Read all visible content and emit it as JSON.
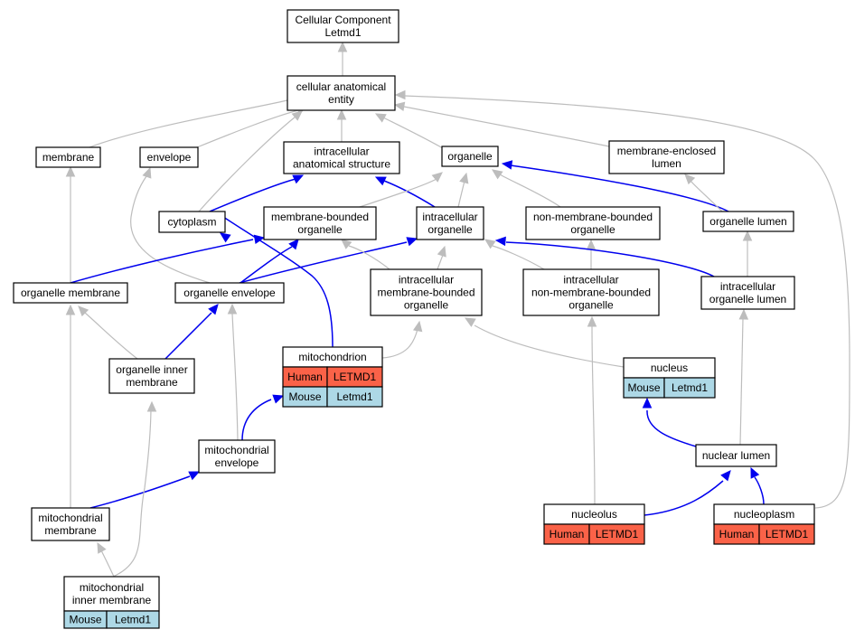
{
  "nodes": {
    "root": {
      "lines": [
        "Cellular Component",
        "Letmd1"
      ]
    },
    "cae": {
      "lines": [
        "cellular anatomical",
        "entity"
      ]
    },
    "membrane": {
      "lines": [
        "membrane"
      ]
    },
    "envelope": {
      "lines": [
        "envelope"
      ]
    },
    "ias": {
      "lines": [
        "intracellular",
        "anatomical structure"
      ]
    },
    "organelle": {
      "lines": [
        "organelle"
      ]
    },
    "mel": {
      "lines": [
        "membrane-enclosed",
        "lumen"
      ]
    },
    "cytoplasm": {
      "lines": [
        "cytoplasm"
      ]
    },
    "mbo": {
      "lines": [
        "membrane-bounded",
        "organelle"
      ]
    },
    "io": {
      "lines": [
        "intracellular",
        "organelle"
      ]
    },
    "nmbo": {
      "lines": [
        "non-membrane-bounded",
        "organelle"
      ]
    },
    "ol": {
      "lines": [
        "organelle lumen"
      ]
    },
    "om": {
      "lines": [
        "organelle membrane"
      ]
    },
    "oe": {
      "lines": [
        "organelle envelope"
      ]
    },
    "imbo": {
      "lines": [
        "intracellular",
        "membrane-bounded",
        "organelle"
      ]
    },
    "inmbo": {
      "lines": [
        "intracellular",
        "non-membrane-bounded",
        "organelle"
      ]
    },
    "iol": {
      "lines": [
        "intracellular",
        "organelle lumen"
      ]
    },
    "oim": {
      "lines": [
        "organelle inner",
        "membrane"
      ]
    },
    "mito": {
      "lines": [
        "mitochondrion"
      ],
      "rows": [
        [
          "Human",
          "LETMD1"
        ],
        [
          "Mouse",
          "Letmd1"
        ]
      ]
    },
    "nucleus": {
      "lines": [
        "nucleus"
      ],
      "rows": [
        [
          "Mouse",
          "Letmd1"
        ]
      ]
    },
    "me": {
      "lines": [
        "mitochondrial",
        "envelope"
      ]
    },
    "nl": {
      "lines": [
        "nuclear lumen"
      ]
    },
    "mm": {
      "lines": [
        "mitochondrial",
        "membrane"
      ]
    },
    "nucleolus": {
      "lines": [
        "nucleolus"
      ],
      "rows": [
        [
          "Human",
          "LETMD1"
        ]
      ]
    },
    "nucleoplasm": {
      "lines": [
        "nucleoplasm"
      ],
      "rows": [
        [
          "Human",
          "LETMD1"
        ]
      ]
    },
    "mim": {
      "lines": [
        "mitochondrial",
        "inner membrane"
      ],
      "rows": [
        [
          "Mouse",
          "Letmd1"
        ]
      ]
    }
  },
  "colors": {
    "is_a_edge": "#bdbdbd",
    "part_of_edge": "#0000ee",
    "human_cell": "#fa6248",
    "mouse_cell": "#add8e6"
  }
}
